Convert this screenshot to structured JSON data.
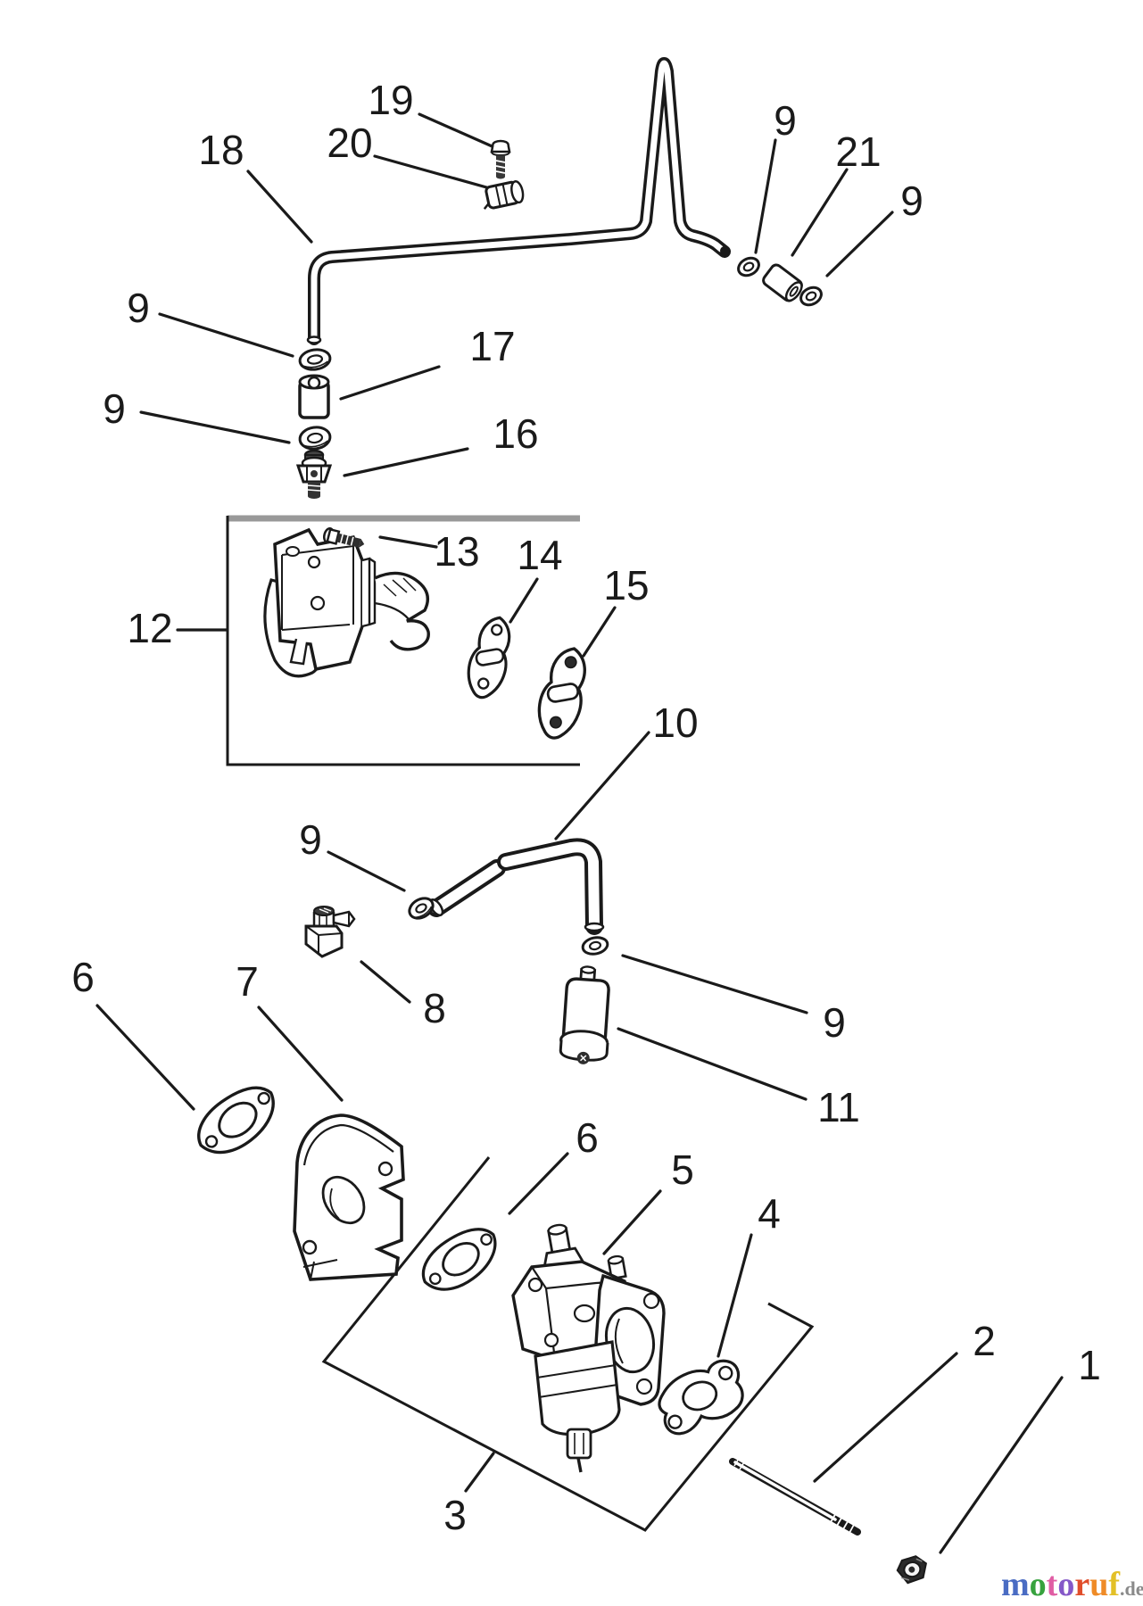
{
  "callouts": [
    "19",
    "20",
    "18",
    "9",
    "21",
    "9",
    "9",
    "17",
    "9",
    "16",
    "13",
    "14",
    "15",
    "12",
    "10",
    "9",
    "8",
    "9",
    "11",
    "6",
    "7",
    "6",
    "5",
    "4",
    "3",
    "2",
    "1"
  ],
  "watermark": {
    "letters": [
      {
        "ch": "m",
        "color": "#4a6cc3"
      },
      {
        "ch": "o",
        "color": "#37a23e"
      },
      {
        "ch": "t",
        "color": "#e05da4"
      },
      {
        "ch": "o",
        "color": "#8558c8"
      },
      {
        "ch": "r",
        "color": "#e14e2b"
      },
      {
        "ch": "u",
        "color": "#ef8b27"
      },
      {
        "ch": "f",
        "color": "#e3c027"
      }
    ],
    "tld": {
      "text": ".de",
      "color": "#8a8a8a"
    }
  },
  "colors": {
    "line": "#1a1a1a",
    "box_top": "#999999",
    "background": "#ffffff"
  }
}
